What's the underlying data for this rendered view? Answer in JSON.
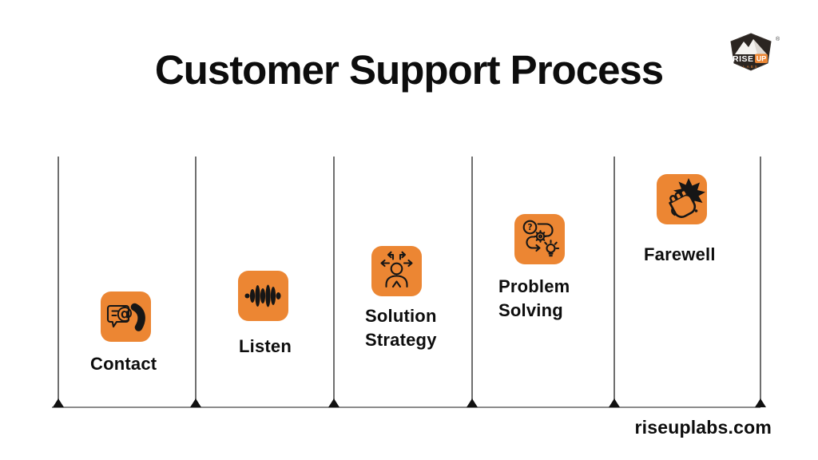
{
  "header": {
    "title": "Customer Support Process"
  },
  "logo": {
    "brand_rise": "RISE",
    "brand_up": "UP",
    "brand_labs": "LABS",
    "registered_mark": "®"
  },
  "steps": [
    {
      "label": "Contact",
      "icon": "contact-message-phone-icon"
    },
    {
      "label": "Listen",
      "icon": "audio-waveform-icon"
    },
    {
      "label": "Solution\nStrategy",
      "icon": "person-decision-arrows-icon"
    },
    {
      "label": "Problem\nSolving",
      "icon": "question-gear-lightbulb-icon"
    },
    {
      "label": "Farewell",
      "icon": "fist-bump-burst-icon"
    }
  ],
  "icon_glyphs": {
    "at_sign": "@",
    "question_mark": "?"
  },
  "footer": {
    "website": "riseuplabs.com"
  },
  "colors": {
    "accent_orange": "#EC8633",
    "title_black": "#0d0d0d",
    "divider_gray": "#6f6f6f",
    "baseline_gray": "#8c8c8c"
  }
}
